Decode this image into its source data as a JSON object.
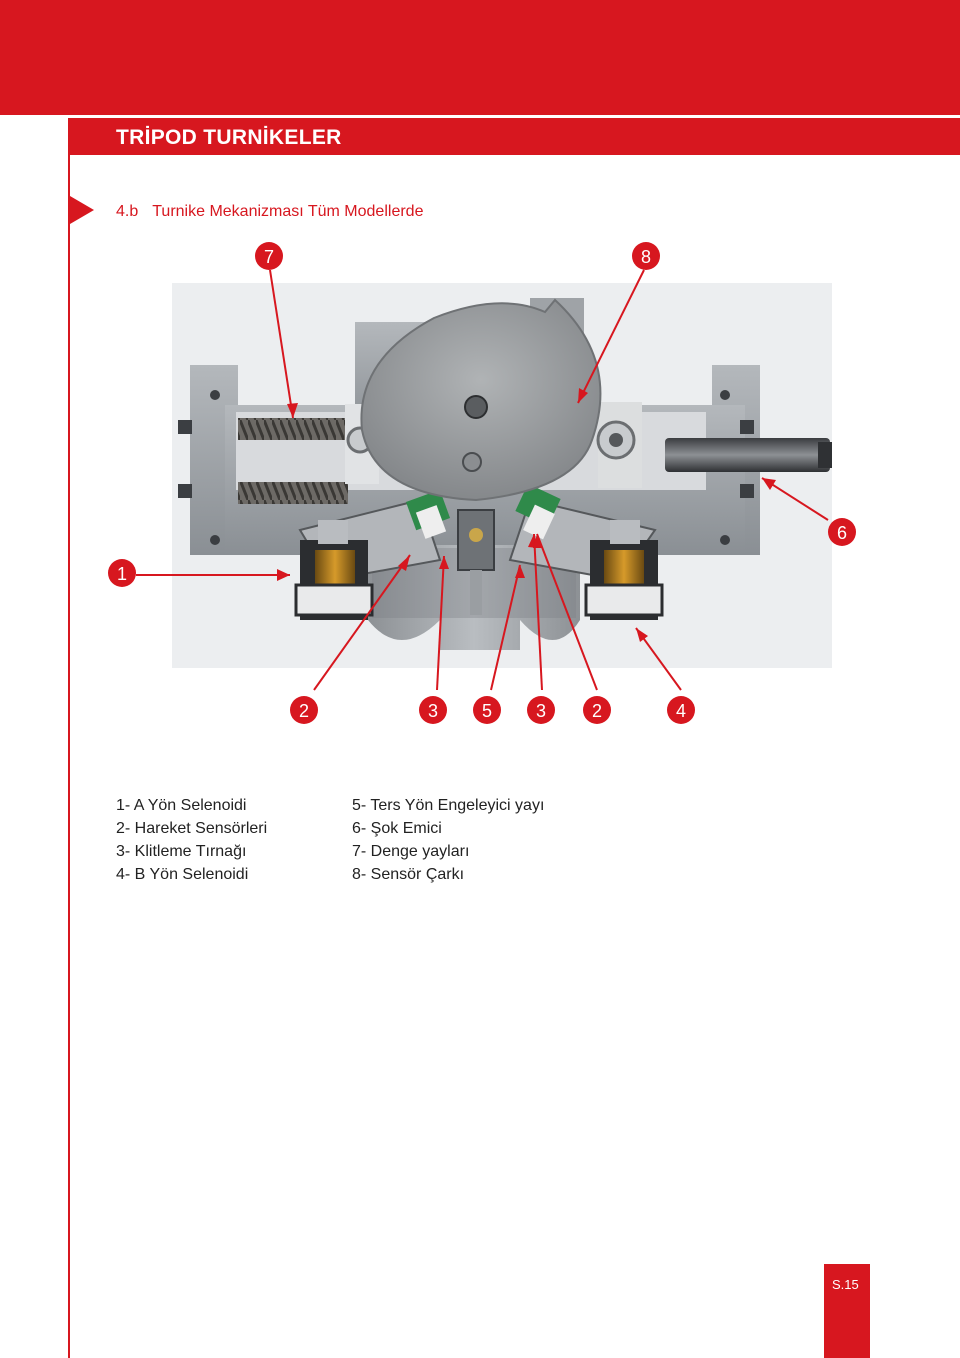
{
  "header": {
    "title": "TRİPOD TURNİKELER"
  },
  "section": {
    "number": "4.b",
    "title": "Turnike Mekanizması Tüm Modellerde"
  },
  "callouts": {
    "c1": "1",
    "c2a": "2",
    "c3a": "3",
    "c5": "5",
    "c3b": "3",
    "c2b": "2",
    "c4": "4",
    "c6": "6",
    "c7": "7",
    "c8": "8"
  },
  "legend": {
    "col1": [
      "1- A Yön Selenoidi",
      "2- Hareket Sensörleri",
      "3- Klitleme Tırnağı",
      "4- B Yön Selenoidi"
    ],
    "col2": [
      "5- Ters Yön Engeleyici yayı",
      "6- Şok Emici",
      "7- Denge yayları",
      "8- Sensör Çarkı"
    ]
  },
  "page": {
    "number": "S.15"
  },
  "colors": {
    "accent": "#d7171f"
  }
}
